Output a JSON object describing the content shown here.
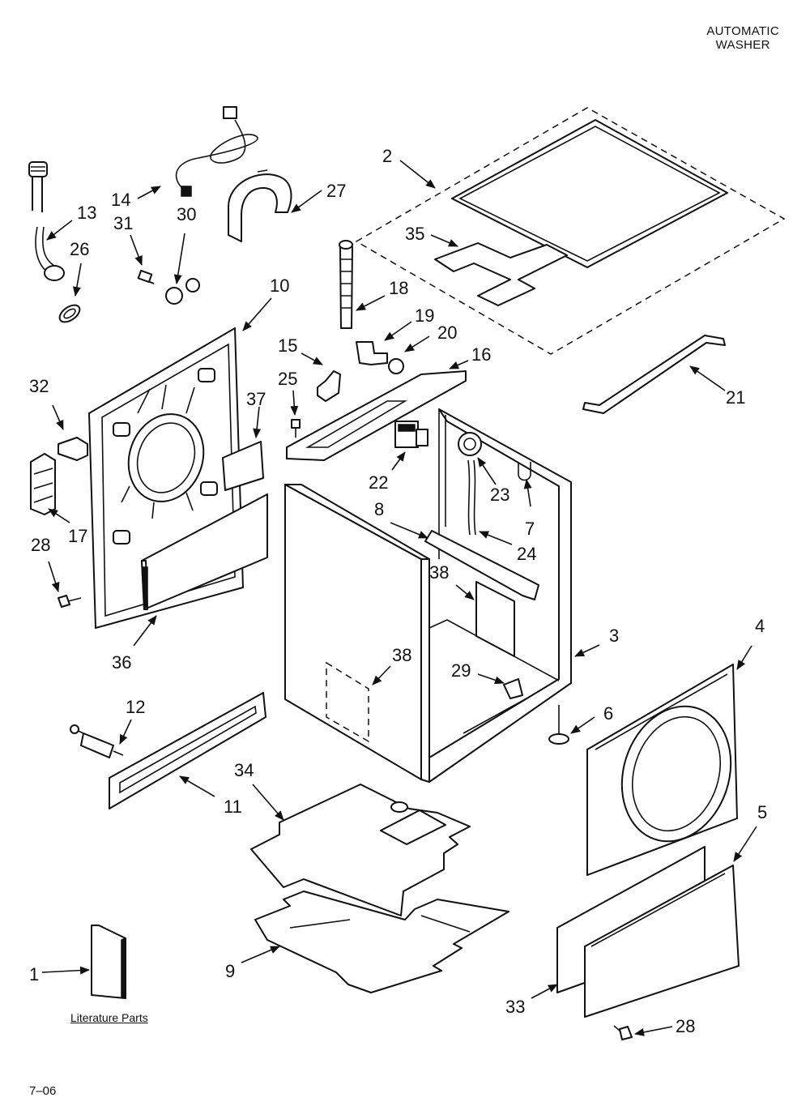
{
  "header": {
    "line1": "AUTOMATIC",
    "line2": "WASHER"
  },
  "footer": {
    "page_code": "7–06"
  },
  "literature": {
    "label": "Literature Parts"
  },
  "callouts": [
    "1",
    "2",
    "3",
    "4",
    "5",
    "6",
    "7",
    "8",
    "9",
    "10",
    "11",
    "12",
    "13",
    "14",
    "15",
    "16",
    "17",
    "18",
    "19",
    "20",
    "21",
    "22",
    "23",
    "24",
    "25",
    "26",
    "27",
    "28",
    "29",
    "30",
    "31",
    "32",
    "33",
    "34",
    "35",
    "36",
    "37",
    "38"
  ],
  "icons": [
    "arrow-icon"
  ],
  "colors": {
    "line": "#111111",
    "background": "#ffffff"
  }
}
